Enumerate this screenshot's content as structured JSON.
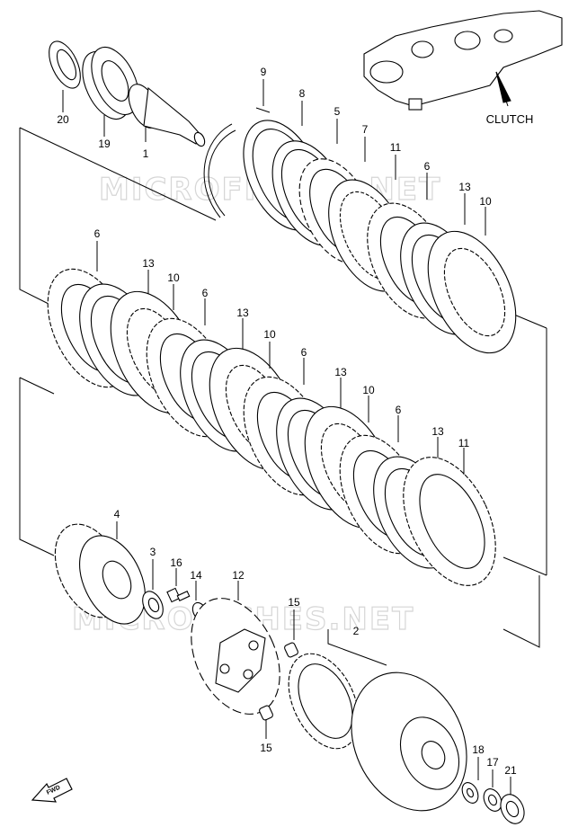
{
  "watermarks": [
    "MICROFICHES.NET",
    "MICROFICHES.NET"
  ],
  "assembly_label": "CLUTCH",
  "fwd_label": "FWD",
  "callouts": {
    "p20": "20",
    "p19": "19",
    "p1": "1",
    "p9": "9",
    "p8": "8",
    "p5": "5",
    "p7": "7",
    "p11a": "11",
    "p6a": "6",
    "p13a": "13",
    "p10a": "10",
    "p6b": "6",
    "p13b": "13",
    "p10b": "10",
    "p6c": "6",
    "p13c": "13",
    "p10c": "10",
    "p6d": "6",
    "p13d": "13",
    "p10d": "10",
    "p6e": "6",
    "p13e": "13",
    "p11b": "11",
    "p4": "4",
    "p3": "3",
    "p16": "16",
    "p14": "14",
    "p12": "12",
    "p15a": "15",
    "p2": "2",
    "p15b": "15",
    "p18": "18",
    "p17": "17",
    "p21": "21"
  }
}
